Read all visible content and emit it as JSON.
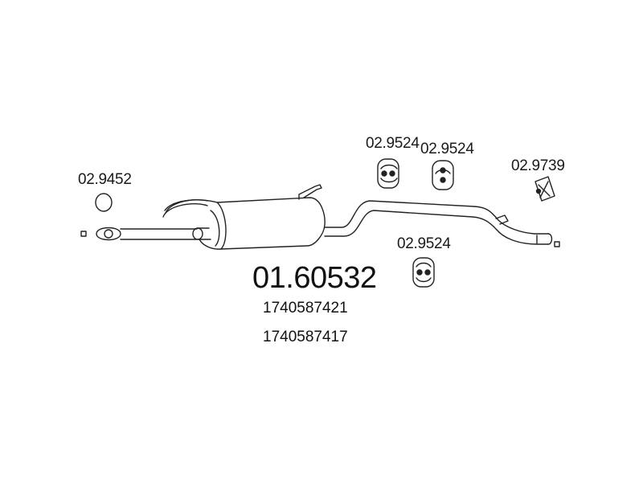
{
  "part": {
    "main_code": "01.60532",
    "oe_numbers": [
      "1740587421",
      "1740587417"
    ]
  },
  "accessories": {
    "gasket": "02.9452",
    "hanger_1": "02.9524",
    "hanger_2": "02.9524",
    "hanger_3": "02.9524",
    "hanger_4": "02.9739"
  },
  "icons": {
    "gasket": "o-ring-icon",
    "hanger": "rubber-hanger-icon",
    "end_marker": "square-end-marker-icon"
  }
}
